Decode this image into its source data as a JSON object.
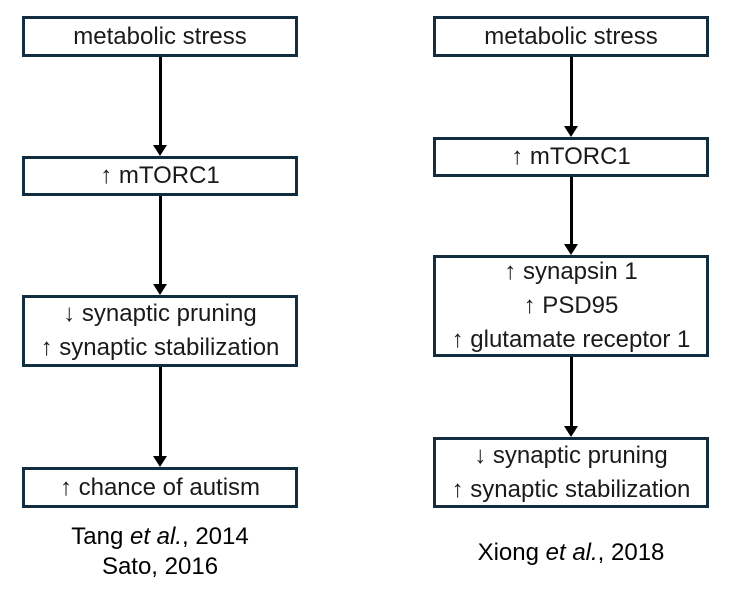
{
  "page": {
    "background": "#ffffff",
    "box_border_color": "#122c40",
    "arrow_color": "#000000",
    "text_color": "#1a1a1a"
  },
  "diagrams": {
    "left": {
      "boxes": [
        {
          "lines": [
            "metabolic stress"
          ]
        },
        {
          "lines": [
            "↑ mTORC1"
          ]
        },
        {
          "lines": [
            "↓ synaptic pruning",
            "↑ synaptic stabilization"
          ]
        },
        {
          "lines": [
            "↑ chance of autism"
          ]
        }
      ],
      "citation": {
        "line1_prefix": "Tang ",
        "line1_etal": "et al.",
        "line1_suffix": ", 2014",
        "line2": "Sato, 2016"
      }
    },
    "right": {
      "boxes": [
        {
          "lines": [
            "metabolic stress"
          ]
        },
        {
          "lines": [
            "↑ mTORC1"
          ]
        },
        {
          "lines": [
            "↑ synapsin 1",
            "↑ PSD95",
            "↑ glutamate receptor 1"
          ]
        },
        {
          "lines": [
            "↓ synaptic pruning",
            "↑ synaptic stabilization"
          ]
        }
      ],
      "citation": {
        "line1_prefix": "Xiong ",
        "line1_etal": "et al.",
        "line1_suffix": ", 2018"
      }
    }
  }
}
